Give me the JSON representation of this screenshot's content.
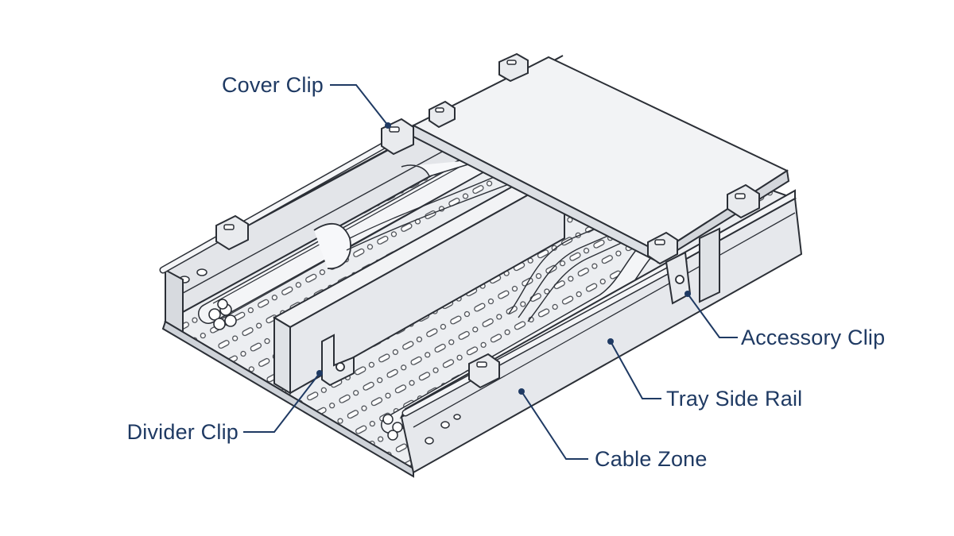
{
  "diagram": {
    "labels": {
      "cover_clip": "Cover Clip",
      "accessory_clip": "Accessory Clip",
      "tray_side_rail": "Tray Side Rail",
      "divider_clip": "Divider Clip",
      "cable_zone": "Cable Zone"
    },
    "colors": {
      "label_text": "#1f3a63",
      "leader_line": "#1f3a63",
      "outline": "#2b2f36",
      "metal_light": "#f2f3f5",
      "metal_mid": "#e3e5e9",
      "metal_dark": "#cfd3d9",
      "background": "#ffffff"
    }
  }
}
